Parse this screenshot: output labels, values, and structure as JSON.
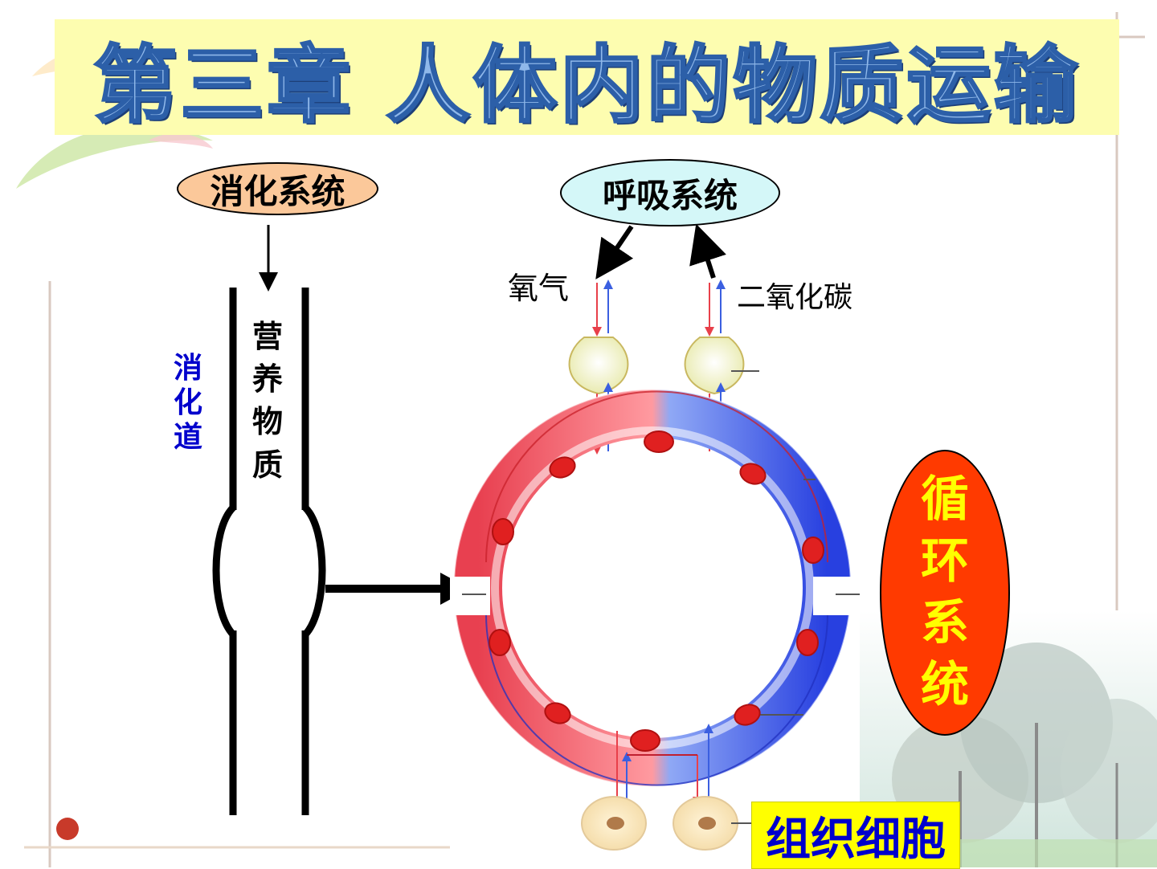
{
  "title": "第三章  人体内的物质运输",
  "digestive_system": "消化系统",
  "respiratory_system": "呼吸系统",
  "oxygen": "氧气",
  "carbon_dioxide": "二氧化碳",
  "digestive_tract": "消化道",
  "nutrients": "营养物质",
  "circulatory_system": "循环系统",
  "tissue_cells": "组织细胞",
  "colors": {
    "title_fill": "#8fb8ea",
    "title_stroke": "#2c5fa8",
    "banner": "#fdfdb0",
    "digestive_oval": "#fbc89a",
    "respiratory_oval": "#d4f7f8",
    "circulatory_oval": "#ff3a00",
    "circulatory_text": "#ffff00",
    "tissue_box": "#ffff00",
    "tissue_text": "#0000cc",
    "arterial": "#e8404a",
    "venous": "#3b5fe0"
  }
}
